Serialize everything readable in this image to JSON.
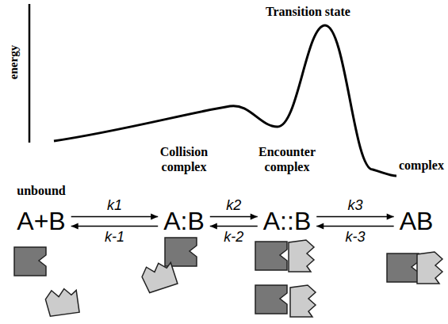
{
  "diagram": {
    "nodes": [
      {
        "text": [
          "unbound",
          "A+B"
        ]
      },
      {
        "text": [
          "Collision complex",
          "A:B"
        ]
      },
      {
        "text": [
          "Encounter complex",
          "A::B"
        ]
      },
      {
        "text": [
          "AB"
        ]
      }
    ],
    "edges": [
      {
        "from": 0,
        "to": 1,
        "label": "k1",
        "arrow": "to"
      },
      {
        "from": 1,
        "to": 0,
        "label": "k-1",
        "arrow": "to"
      },
      {
        "from": 1,
        "to": 2,
        "label": "k2",
        "arrow": "to"
      },
      {
        "from": 2,
        "to": 1,
        "label": "k-2",
        "arrow": "to"
      },
      {
        "from": 2,
        "to": 3,
        "label": "k3",
        "arrow": "to"
      },
      {
        "from": 3,
        "to": 2,
        "label": "k-3",
        "arrow": "to"
      }
    ],
    "labels": [
      "energy",
      "Transition state",
      "complex"
    ]
  }
}
